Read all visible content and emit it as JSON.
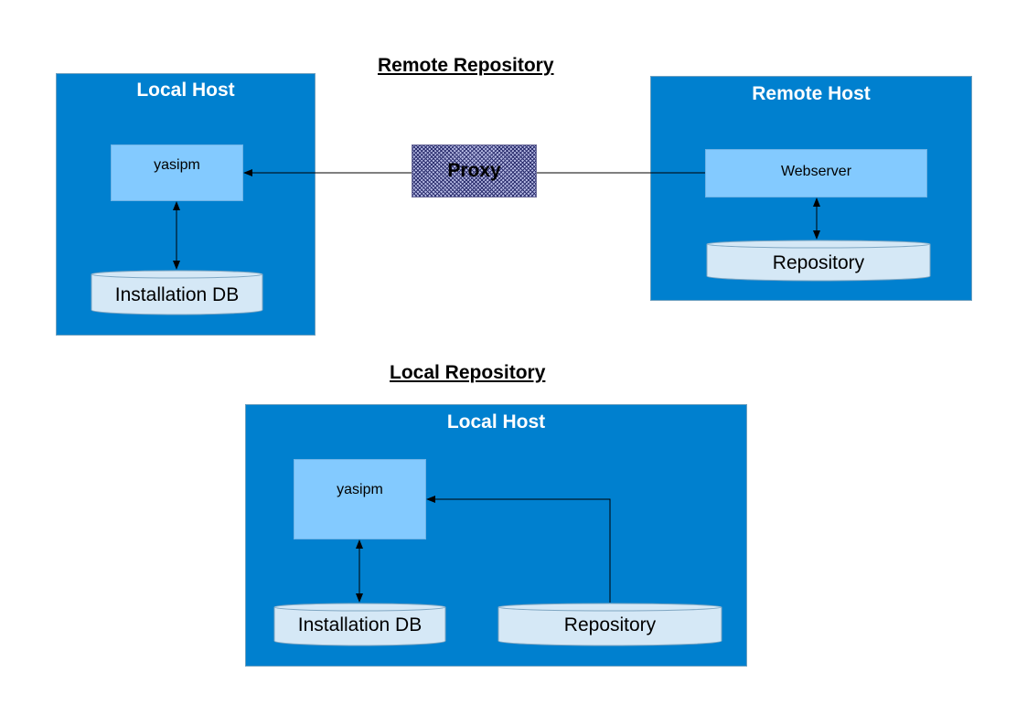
{
  "headings": {
    "remote": "Remote Repository",
    "local": "Local Repository"
  },
  "remote_scenario": {
    "local_host": {
      "title": "Local Host",
      "app": "yasipm",
      "db": "Installation DB"
    },
    "proxy": "Proxy",
    "remote_host": {
      "title": "Remote Host",
      "server": "Webserver",
      "repo": "Repository"
    }
  },
  "local_scenario": {
    "local_host": {
      "title": "Local Host",
      "app": "yasipm",
      "db": "Installation DB",
      "repo": "Repository"
    }
  },
  "colors": {
    "host_fill": "#0080cf",
    "component_fill": "#83caff",
    "db_fill": "#d5e8f6",
    "proxy_fill": "#2c2f6e"
  }
}
